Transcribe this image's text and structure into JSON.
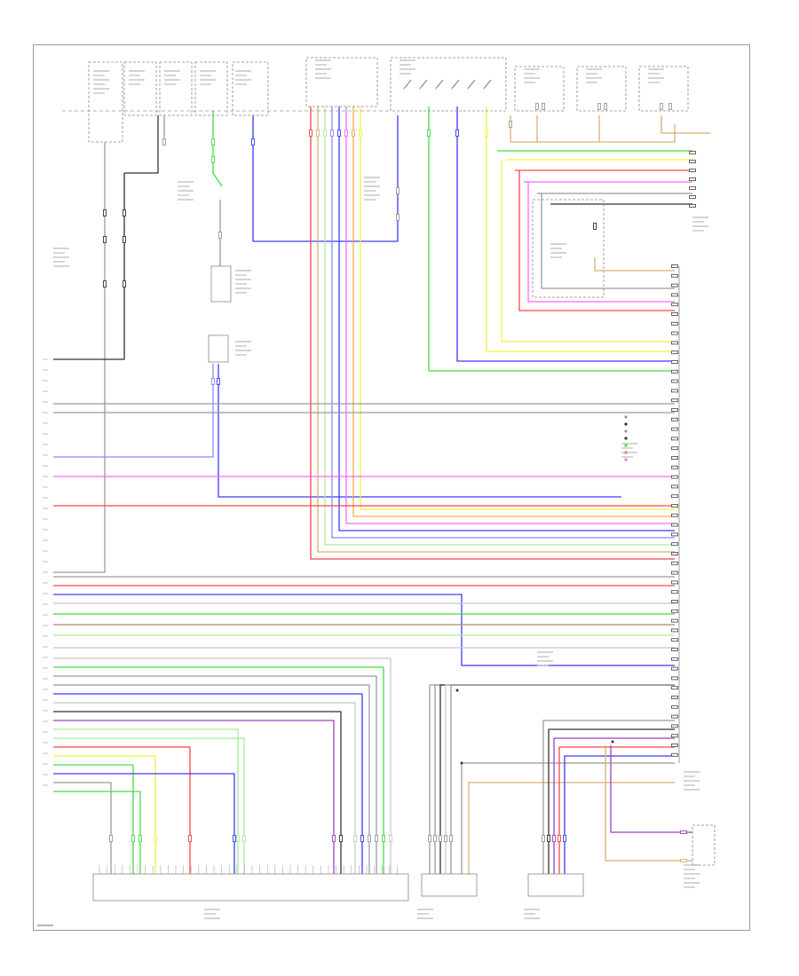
{
  "diagram": {
    "colors": {
      "black": "#333333",
      "gray": "#9a9a9a",
      "light_gray": "#c8c8c8",
      "blue": "#3b3bff",
      "light_blue": "#8a8aff",
      "green": "#44dd44",
      "light_green": "#a8ee9a",
      "yellow": "#f2f23a",
      "red": "#ff4444",
      "pink": "#ff66ff",
      "orange": "#f2b040",
      "tan": "#d8b070",
      "brown": "#b08a5a",
      "violet": "#9a40c0"
    },
    "page_id": "",
    "components": [
      {
        "name": "fuse-block-1",
        "label": ""
      },
      {
        "name": "fuse-block-2",
        "label": ""
      },
      {
        "name": "fuse-block-3",
        "label": ""
      },
      {
        "name": "fuse-block-4",
        "label": ""
      },
      {
        "name": "engine-room-relay",
        "label": ""
      },
      {
        "name": "transmission-control-switch",
        "label": ""
      },
      {
        "name": "engine-room-right-1",
        "label": ""
      },
      {
        "name": "engine-room-right-2",
        "label": ""
      },
      {
        "name": "engine-room-right-3",
        "label": ""
      },
      {
        "name": "stop-lamp-switch",
        "label": ""
      },
      {
        "name": "brake-switch",
        "label": ""
      },
      {
        "name": "clutch-switch",
        "label": ""
      },
      {
        "name": "junction-connector-1",
        "label": ""
      },
      {
        "name": "joint-connector-2",
        "label": ""
      },
      {
        "name": "center-connector",
        "label": ""
      },
      {
        "name": "engine-control-module",
        "label": ""
      },
      {
        "name": "transmission-control-module",
        "label": ""
      },
      {
        "name": "combination-meter-1",
        "label": ""
      },
      {
        "name": "combination-meter-2",
        "label": ""
      },
      {
        "name": "lower-right-module",
        "label": ""
      }
    ]
  }
}
